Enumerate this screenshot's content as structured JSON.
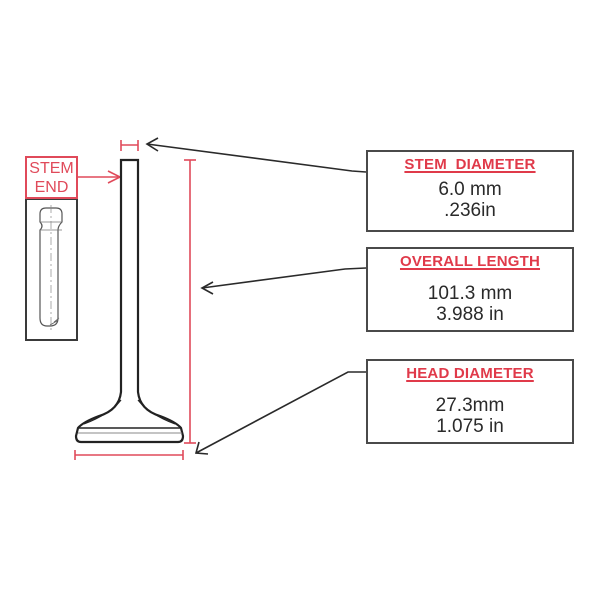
{
  "diagram": {
    "subject": "Engine valve dimensions",
    "stem_end_label": [
      "STEM",
      "END"
    ],
    "colors": {
      "accent_red": "#e03a4a",
      "outline": "#2a2a2a",
      "box_border": "#4a4a4a"
    }
  },
  "specs": [
    {
      "title": "STEM  DIAMETER",
      "metric": "6.0  mm",
      "imperial": ".236in"
    },
    {
      "title": "OVERALL LENGTH",
      "metric": "101.3 mm",
      "imperial": "3.988 in"
    },
    {
      "title": "HEAD DIAMETER",
      "metric": "27.3mm",
      "imperial": "1.075 in"
    }
  ]
}
